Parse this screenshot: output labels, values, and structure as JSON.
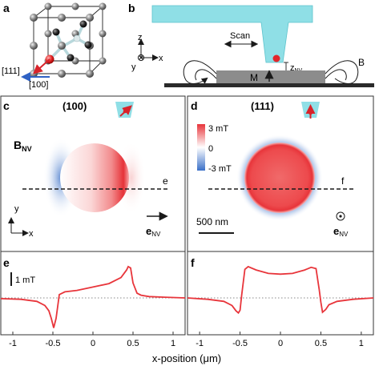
{
  "panels": {
    "a": {
      "letter": "a",
      "dir_111": "[111]",
      "dir_100": "[100]"
    },
    "b": {
      "letter": "b",
      "scan_label": "Scan",
      "axis_z": "z",
      "axis_y": "y",
      "axis_x": "x",
      "z_nv_main": "z",
      "z_nv_sub": "NV",
      "field_label": "B",
      "magnetization_label": "M"
    },
    "c": {
      "letter": "c",
      "orientation": "(100)",
      "bnv_main": "B",
      "bnv_sub": "NV",
      "line_label": "e",
      "axis_y": "y",
      "axis_x": "x",
      "env_main": "e",
      "env_sub": "NV"
    },
    "d": {
      "letter": "d",
      "orientation": "(111)",
      "line_label": "f",
      "scalebar": "500 nm",
      "env_main": "e",
      "env_sub": "NV"
    },
    "colorbar": {
      "max": "3 mT",
      "mid": "0",
      "min": "-3 mT",
      "pos_color": "#e8353b",
      "neg_color": "#3a70c8"
    },
    "e": {
      "letter": "e",
      "scale": "1 mT"
    },
    "f": {
      "letter": "f"
    },
    "xaxis": {
      "ticks": [
        "-1",
        "-0.5",
        "0",
        "0.5",
        "1"
      ],
      "label": "x-position (μm)"
    }
  },
  "chart_data": [
    {
      "type": "line",
      "panel": "e",
      "xlabel": "x-position (μm)",
      "ylabel": "",
      "xlim": [
        -1.15,
        1.15
      ],
      "baseline": 0,
      "scale_bar_mT": 1,
      "x": [
        -1.15,
        -0.9,
        -0.7,
        -0.6,
        -0.55,
        -0.52,
        -0.49,
        -0.46,
        -0.42,
        -0.35,
        -0.2,
        0,
        0.2,
        0.35,
        0.42,
        0.44,
        0.47,
        0.5,
        0.55,
        0.6,
        0.7,
        0.9,
        1.15
      ],
      "values": [
        -0.05,
        -0.1,
        -0.25,
        -0.55,
        -0.95,
        -1.5,
        -2.2,
        -1.5,
        0.25,
        0.45,
        0.55,
        0.8,
        1.05,
        1.5,
        2.05,
        2.3,
        2.2,
        1.1,
        0.35,
        0.2,
        0.1,
        0.05,
        0.0
      ],
      "series": [
        {
          "color": "#e8353b"
        }
      ]
    },
    {
      "type": "line",
      "panel": "f",
      "xlabel": "x-position (μm)",
      "ylabel": "",
      "xlim": [
        -1.15,
        1.15
      ],
      "baseline": 0,
      "x": [
        -1.15,
        -0.9,
        -0.7,
        -0.6,
        -0.55,
        -0.52,
        -0.5,
        -0.48,
        -0.44,
        -0.4,
        -0.3,
        -0.15,
        0,
        0.15,
        0.3,
        0.38,
        0.44,
        0.48,
        0.5,
        0.52,
        0.56,
        0.6,
        0.7,
        0.9,
        1.15
      ],
      "values": [
        0.0,
        -0.1,
        -0.25,
        -0.55,
        -0.95,
        -1.1,
        -0.9,
        0.2,
        2.1,
        2.3,
        2.05,
        1.8,
        1.75,
        1.8,
        2.05,
        2.25,
        2.15,
        0.6,
        -0.3,
        -1.05,
        -0.85,
        -0.5,
        -0.25,
        -0.1,
        0.0
      ],
      "series": [
        {
          "color": "#e8353b"
        }
      ]
    }
  ]
}
